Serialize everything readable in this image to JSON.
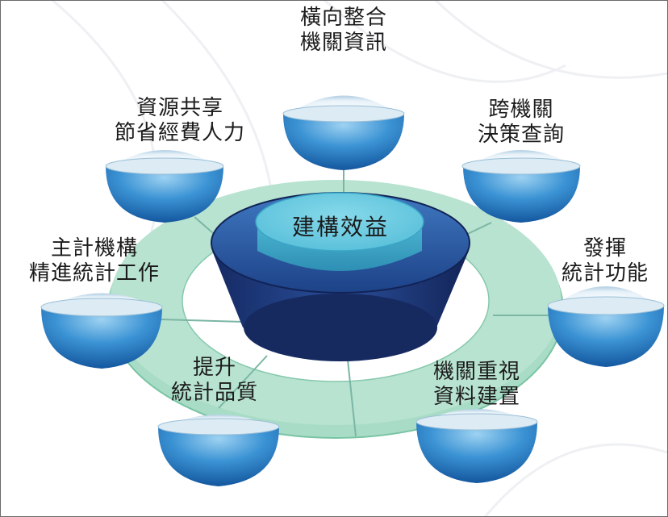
{
  "center": {
    "label": "建構效益"
  },
  "benefits": [
    {
      "id": "top",
      "line1": "橫向整合",
      "line2": "機關資訊"
    },
    {
      "id": "upper-right",
      "line1": "跨機關",
      "line2": "決策查詢"
    },
    {
      "id": "right",
      "line1": "發揮",
      "line2": "統計功能"
    },
    {
      "id": "lower-right",
      "line1": "機關重視",
      "line2": "資料建置"
    },
    {
      "id": "lower-left",
      "line1": "提升",
      "line2": "統計品質"
    },
    {
      "id": "left",
      "line1": "主計機構",
      "line2": "精進統計工作"
    },
    {
      "id": "upper-left",
      "line1": "資源共享",
      "line2": "節省經費人力"
    }
  ],
  "colors": {
    "ring": "#9fd8c0",
    "ring_edge": "#6fbf9f",
    "hub_top": "#6cc9de",
    "hub_dark": "#1b2f6e",
    "bowl": "#2f86c9"
  }
}
